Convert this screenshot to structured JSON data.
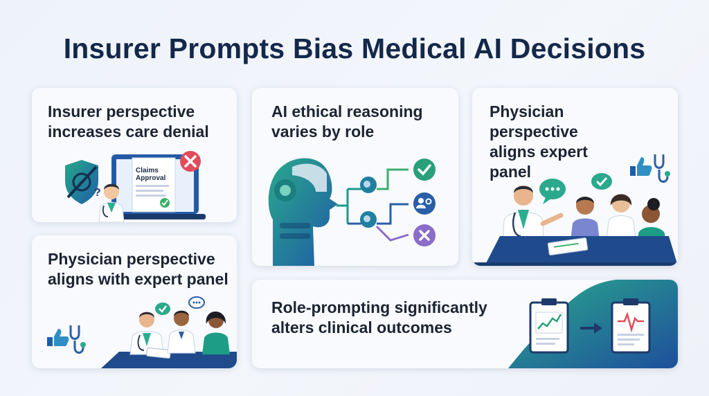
{
  "title": "Insurer Prompts Bias Medical AI Decisions",
  "cards": [
    {
      "text": "Insurer perspective increases care denial",
      "doc_title": "Claims",
      "doc_sub": "Approval"
    },
    {
      "text": "AI ethical reasoning varies by role"
    },
    {
      "text": "Physician perspective aligns expert panel"
    },
    {
      "text": "Physician perspective aligns with expert panel"
    },
    {
      "text": "Role-prompting significantly alters clinical outcomes"
    }
  ],
  "colors": {
    "navy": "#13284a",
    "teal": "#1c9a8a",
    "blue": "#2a5ea8",
    "green": "#3cae6a",
    "red": "#e14c5a",
    "purple": "#8a6cc9"
  }
}
